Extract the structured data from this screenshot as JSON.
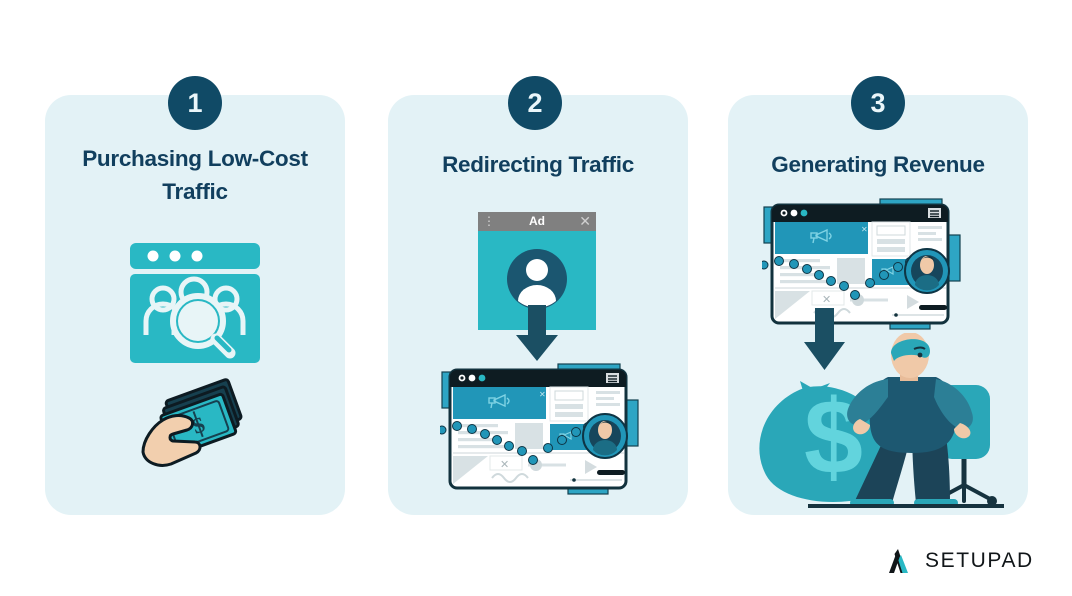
{
  "page": {
    "background": "#ffffff",
    "accent_teal": "#29b8c4",
    "accent_navy": "#104A66",
    "card_background": "#e3f2f6",
    "title_color": "#113F5E"
  },
  "cards": [
    {
      "number": "1",
      "title": "Purchasing Low-Cost Traffic",
      "illustrations": [
        "users-window-icon",
        "hand-holding-money-icon"
      ]
    },
    {
      "number": "2",
      "title": "Redirecting Traffic",
      "illustrations": [
        "ad-popup-window",
        "down-arrow-icon",
        "browser-mockup"
      ]
    },
    {
      "number": "3",
      "title": "Generating Revenue",
      "illustrations": [
        "browser-mockup",
        "down-arrow-icon",
        "person-with-money-bag"
      ]
    }
  ],
  "ad_window": {
    "title": "Ad",
    "menu_icon": "kebab-menu-icon",
    "close_icon": "close-icon",
    "avatar_icon": "user-avatar-icon"
  },
  "browser_mockup": {
    "dots": [
      "window-dot-1",
      "window-dot-2",
      "window-dot-3"
    ],
    "menu_icon": "hamburger-icon",
    "banner_icon": "megaphone-icon",
    "close_icon": "close-icon",
    "play_icon": "play-icon",
    "avatar_icon": "user-avatar-icon"
  },
  "money_bag": {
    "symbol": "$"
  },
  "logo": {
    "text": "SETUPAD",
    "mark": "setupad-a-mark"
  }
}
